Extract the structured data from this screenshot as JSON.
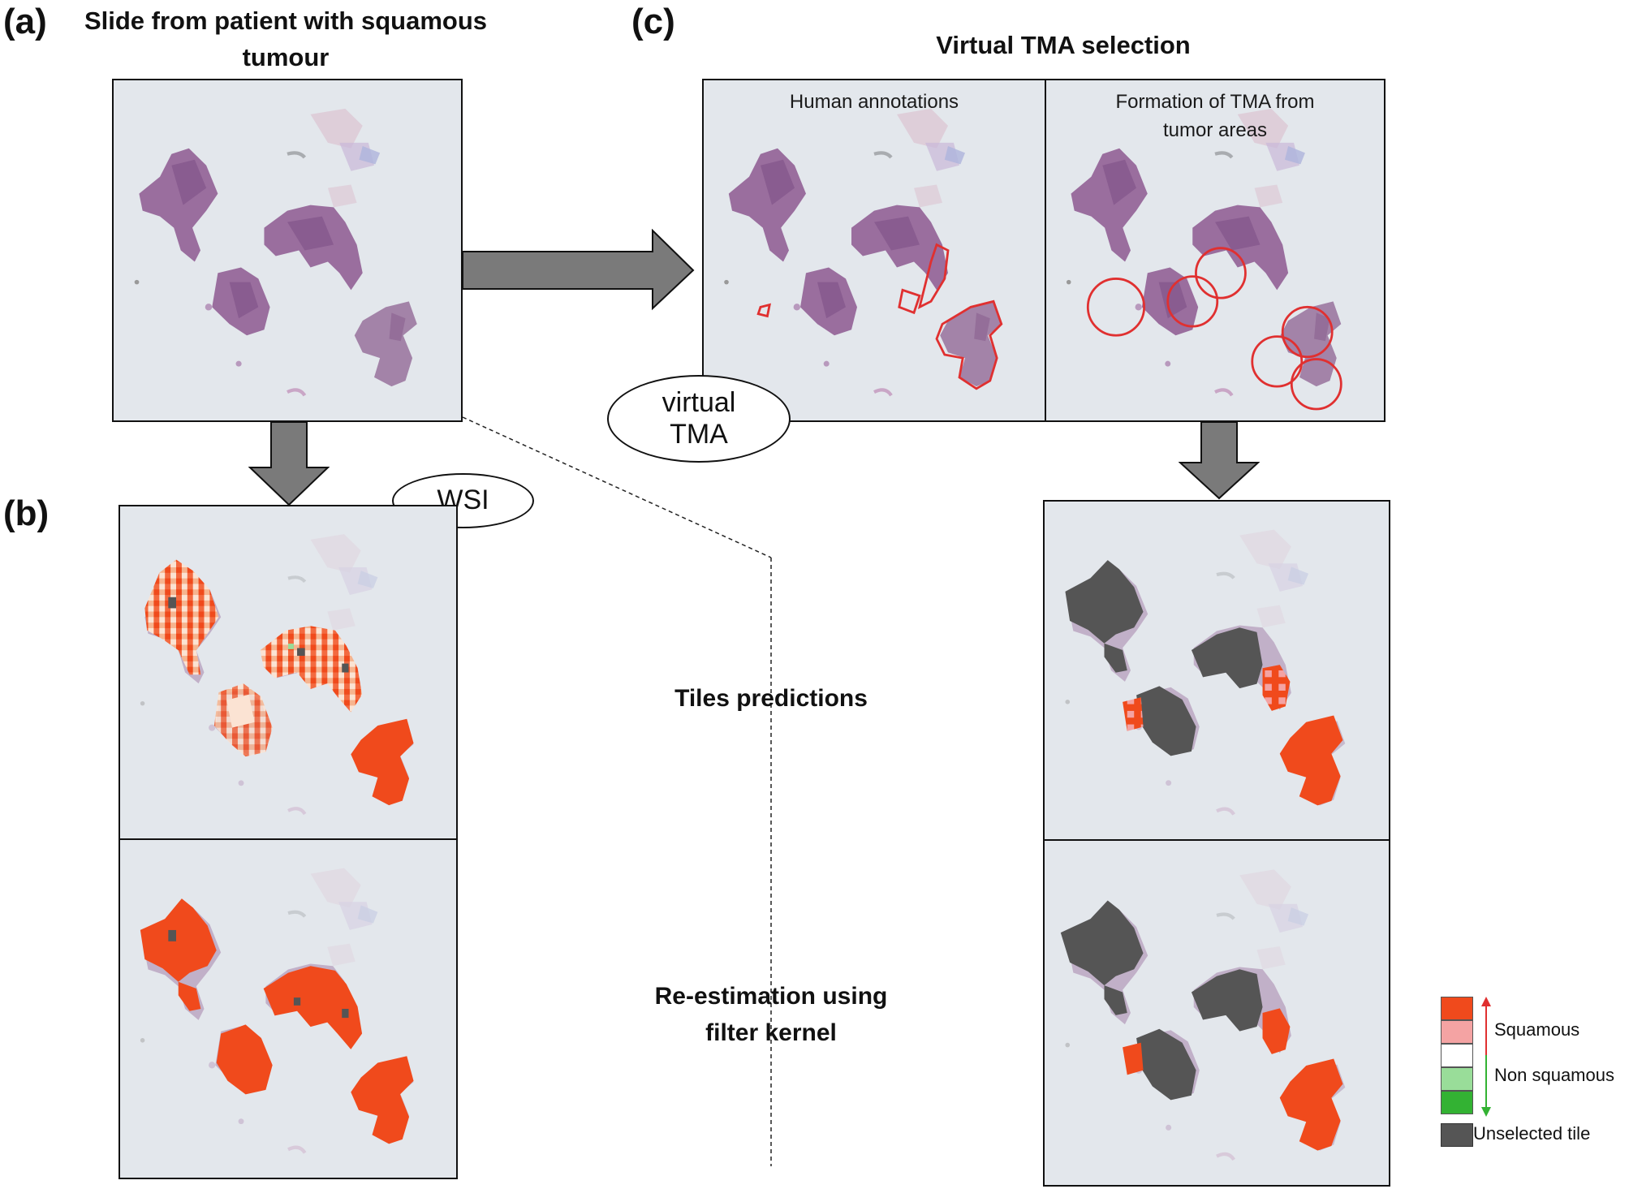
{
  "panel_a": {
    "label": "(a)",
    "title_line1": "Slide from patient with squamous",
    "title_line2": "tumour"
  },
  "panel_b": {
    "label": "(b)",
    "oval": "WSI"
  },
  "panel_c": {
    "label": "(c)",
    "title": "Virtual TMA selection",
    "left_subtitle": "Human annotations",
    "right_subtitle_line1": "Formation of TMA from",
    "right_subtitle_line2": "tumor areas",
    "oval_line1": "virtual",
    "oval_line2": "TMA"
  },
  "center": {
    "tiles_label": "Tiles predictions",
    "reestimation_line1": "Re-estimation using",
    "reestimation_line2": "filter kernel"
  },
  "legend": {
    "squamous": "Squamous",
    "non_squamous": "Non squamous",
    "unselected": "Unselected tile"
  },
  "colors": {
    "background": "#e3e7ec",
    "tissue": "#9a6e9e",
    "squamous_strong": "#f04a1c",
    "squamous_light": "#f4a3a3",
    "neutral": "#ffffff",
    "non_squamous_light": "#99dd99",
    "non_squamous_strong": "#33b233",
    "unselected": "#555555",
    "annotation": "#e03030",
    "arrow": "#7a7a7a"
  }
}
